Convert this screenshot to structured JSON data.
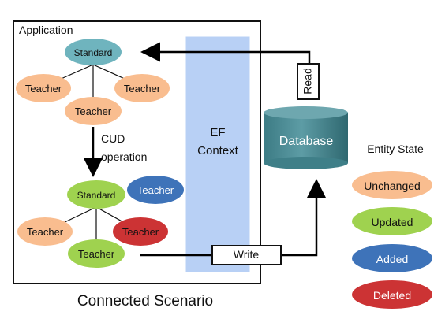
{
  "application_label": "Application",
  "caption": "Connected Scenario",
  "ef_context": {
    "line1": "EF",
    "line2": "Context"
  },
  "database_label": "Database",
  "read_label": "Read",
  "write_label": "Write",
  "cud_operation": {
    "line1": "CUD",
    "line2": "operation"
  },
  "graph_before": {
    "root": "Standard",
    "children": [
      "Teacher",
      "Teacher",
      "Teacher"
    ]
  },
  "graph_after": {
    "root": "Standard",
    "children": [
      "Teacher",
      "Teacher",
      "Teacher"
    ],
    "added_node": "Teacher"
  },
  "legend": {
    "title": "Entity State",
    "items": [
      {
        "label": "Unchanged",
        "color": "#f9bd8f"
      },
      {
        "label": "Updated",
        "color": "#9fd24f"
      },
      {
        "label": "Added",
        "color": "#3e73b9"
      },
      {
        "label": "Deleted",
        "color": "#cc3334"
      }
    ]
  },
  "colors": {
    "standard_root": "#6fb4be",
    "unchanged": "#f9bd8f",
    "updated": "#9fd24f",
    "added": "#3e73b9",
    "deleted": "#cc3334",
    "ef_context": "#b8d0f5",
    "database": "#4f8f98"
  }
}
